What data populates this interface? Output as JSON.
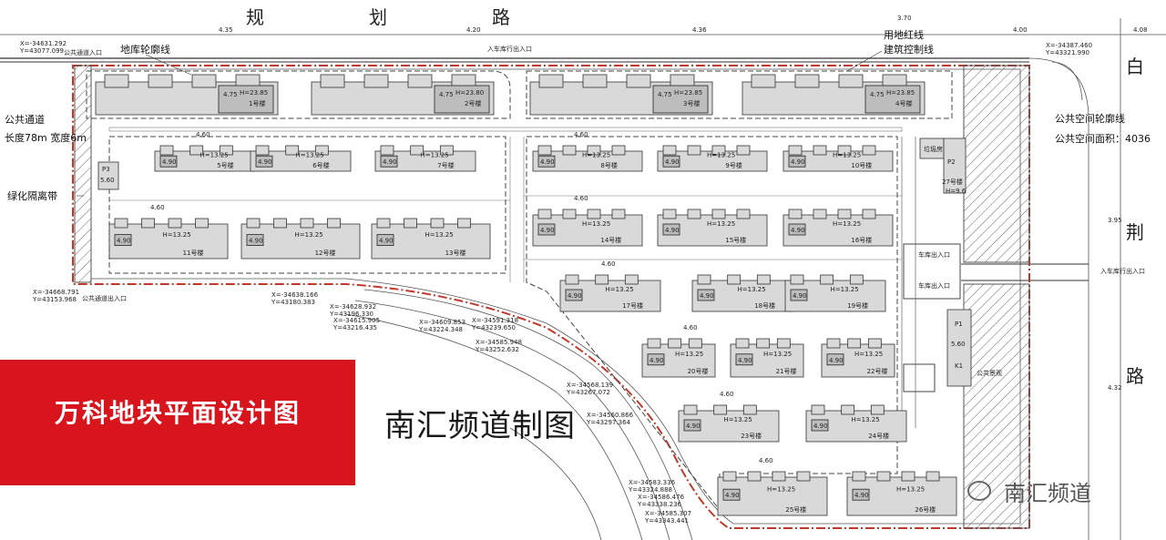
{
  "roads": {
    "north": [
      "规",
      "划",
      "路"
    ],
    "east_top": "白",
    "east_mid": "荆",
    "east_bottom": "路"
  },
  "dims_top": [
    "4.35",
    "4.20",
    "4.36",
    "3.70",
    "4.00",
    "4.08"
  ],
  "dims_right": [
    "3.95",
    "4.32"
  ],
  "labels": {
    "garage_outline": "地库轮廓线",
    "land_red_line": "用地红线",
    "building_control_line": "建筑控制线",
    "public_passage": "公共通道",
    "passage_size": "长度78m  宽度6m",
    "green_belt": "绿化隔离带",
    "public_space_outline": "公共空间轮廓线",
    "public_space_area": "公共空间面积：4036",
    "public_entry_top": "公共通道入口",
    "public_exit_bottom": "公共通道出入口",
    "vehicle_entry_top": "入车库行出入口",
    "vehicle_entry_right": "入车库行出入口",
    "garage_entry_1": "车库出入口",
    "garage_entry_2": "车库出入口",
    "public_landscape": "公共景观",
    "trash": "垃圾房"
  },
  "coords": [
    "X=-34631.292\nY=43077.099",
    "X=-34387.460\nY=43321.990",
    "X=-34668.791\nY=43153.968",
    "X=-34638.166\nY=43180.383",
    "X=-34628.932\nY=43196.330",
    "X=-34615.905\nY=43216.435",
    "X=-34609.853\nY=43224.348",
    "X=-34591.318\nY=43239.650",
    "X=-34585.948\nY=43252.632",
    "X=-34568.139\nY=43267.072",
    "X=-34560.866\nY=43297.364",
    "X=-34583.336\nY=43324.888",
    "X=-34586.476\nY=43338.236",
    "X=-34585.307\nY=43343.441"
  ],
  "towers": [
    {
      "no": "1号楼",
      "h": "H=23.85",
      "f": "4.75"
    },
    {
      "no": "2号楼",
      "h": "H=23.80",
      "f": "4.75"
    },
    {
      "no": "3号楼",
      "h": "H=23.85",
      "f": "4.75"
    },
    {
      "no": "4号楼",
      "h": "H=23.85",
      "f": "4.75"
    }
  ],
  "rows": [
    {
      "dim": "4.60",
      "items": [
        {
          "no": "5号楼",
          "f": "4.90",
          "h": "H=13.25"
        },
        {
          "no": "6号楼",
          "f": "4.90",
          "h": "H=13.25"
        },
        {
          "no": "7号楼",
          "f": "4.90",
          "h": "H=13.25"
        }
      ]
    },
    {
      "dim": "4.60",
      "items": [
        {
          "no": "8号楼",
          "f": "4.90",
          "h": "H=13.25"
        },
        {
          "no": "9号楼",
          "f": "4.90",
          "h": "H=13.25"
        },
        {
          "no": "10号楼",
          "f": "4.90",
          "h": "H=13.25"
        }
      ]
    },
    {
      "dim": "4.60",
      "items": [
        {
          "no": "11号楼",
          "f": "4.90",
          "h": "H=13.25"
        },
        {
          "no": "12号楼",
          "f": "4.90",
          "h": "H=13.25"
        },
        {
          "no": "13号楼",
          "f": "4.90",
          "h": "H=13.25"
        }
      ]
    },
    {
      "dim": "4.60",
      "items": [
        {
          "no": "14号楼",
          "f": "4.90",
          "h": "H=13.25"
        },
        {
          "no": "15号楼",
          "f": "4.90",
          "h": "H=13.25"
        },
        {
          "no": "16号楼",
          "f": "4.90",
          "h": "H=13.25"
        }
      ]
    },
    {
      "dim": "4.60",
      "items": [
        {
          "no": "17号楼",
          "f": "4.90",
          "h": "H=13.25"
        },
        {
          "no": "18号楼",
          "f": "4.90",
          "h": "H=13.25"
        },
        {
          "no": "19号楼",
          "f": "4.90",
          "h": "H=13.25"
        }
      ]
    },
    {
      "dim": "4.60",
      "items": [
        {
          "no": "20号楼",
          "f": "4.90",
          "h": "H=13.25"
        },
        {
          "no": "21号楼",
          "f": "4.90",
          "h": "H=13.25"
        },
        {
          "no": "22号楼",
          "f": "4.90",
          "h": "H=13.25"
        }
      ]
    },
    {
      "dim": "4.60",
      "items": [
        {
          "no": "23号楼",
          "f": "4.90",
          "h": "H=13.25"
        },
        {
          "no": "24号楼",
          "f": "4.90",
          "h": "H=13.25"
        }
      ]
    },
    {
      "dim": "4.60",
      "items": [
        {
          "no": "25号楼",
          "f": "4.90",
          "h": "H=13.25"
        },
        {
          "no": "26号楼",
          "f": "4.90",
          "h": "H=13.25"
        }
      ]
    }
  ],
  "aux": [
    {
      "no": "27号楼",
      "tag": "P2",
      "h": "H=9.6"
    },
    {
      "no": "P1",
      "tag": "K1",
      "h": "5.60"
    },
    {
      "no": "P3",
      "tag": "",
      "h": "5.60"
    }
  ],
  "title": "万科地块平面设计图",
  "channel": "南汇频道制图",
  "watermark": "南汇频道",
  "colors": {
    "accent": "#d8141c",
    "red_line": "#c0392b"
  }
}
